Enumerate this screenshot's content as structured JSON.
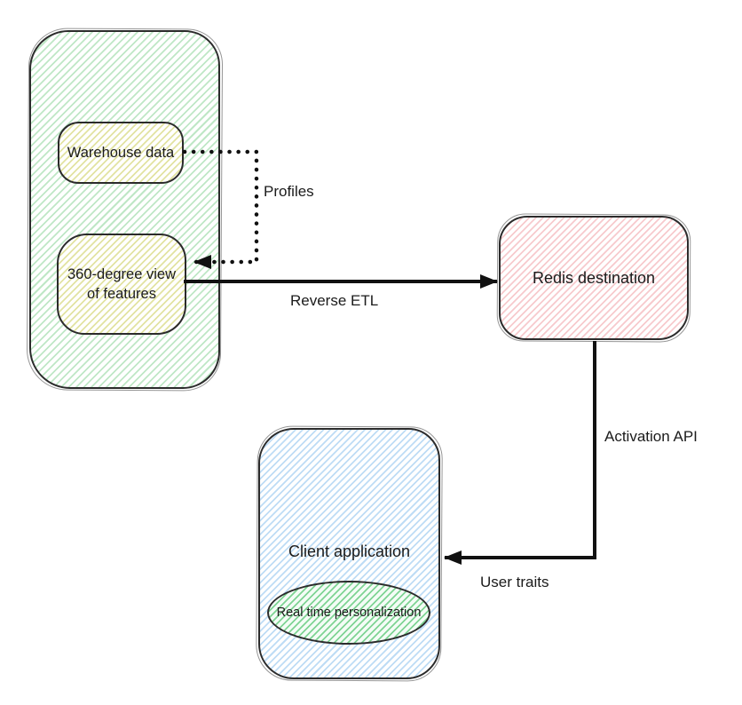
{
  "nodes": {
    "warehouse_group": {
      "label": ""
    },
    "warehouse_data": {
      "label": "Warehouse data"
    },
    "feature_view": {
      "label": "360-degree view of features"
    },
    "redis_destination": {
      "label": "Redis destination"
    },
    "client_application": {
      "label": "Client application"
    },
    "realtime_personalization": {
      "label": "Real time personalization"
    }
  },
  "edges": {
    "profiles": {
      "label": "Profiles",
      "style": "dotted"
    },
    "reverse_etl": {
      "label": "Reverse ETL",
      "style": "solid"
    },
    "activation_api": {
      "label": "Activation API",
      "style": "solid"
    },
    "user_traits": {
      "label": "User traits",
      "style": "solid"
    }
  },
  "colors": {
    "stroke": "#2b2b2b",
    "arrow": "#111111",
    "text": "#1b1b1b",
    "group_hatch": "#bfe7c6",
    "yellow_hatch": "#e2e3a2",
    "pink_hatch": "#f7cacd",
    "blue_hatch": "#bedcf5",
    "green_hatch": "#7fd494"
  }
}
